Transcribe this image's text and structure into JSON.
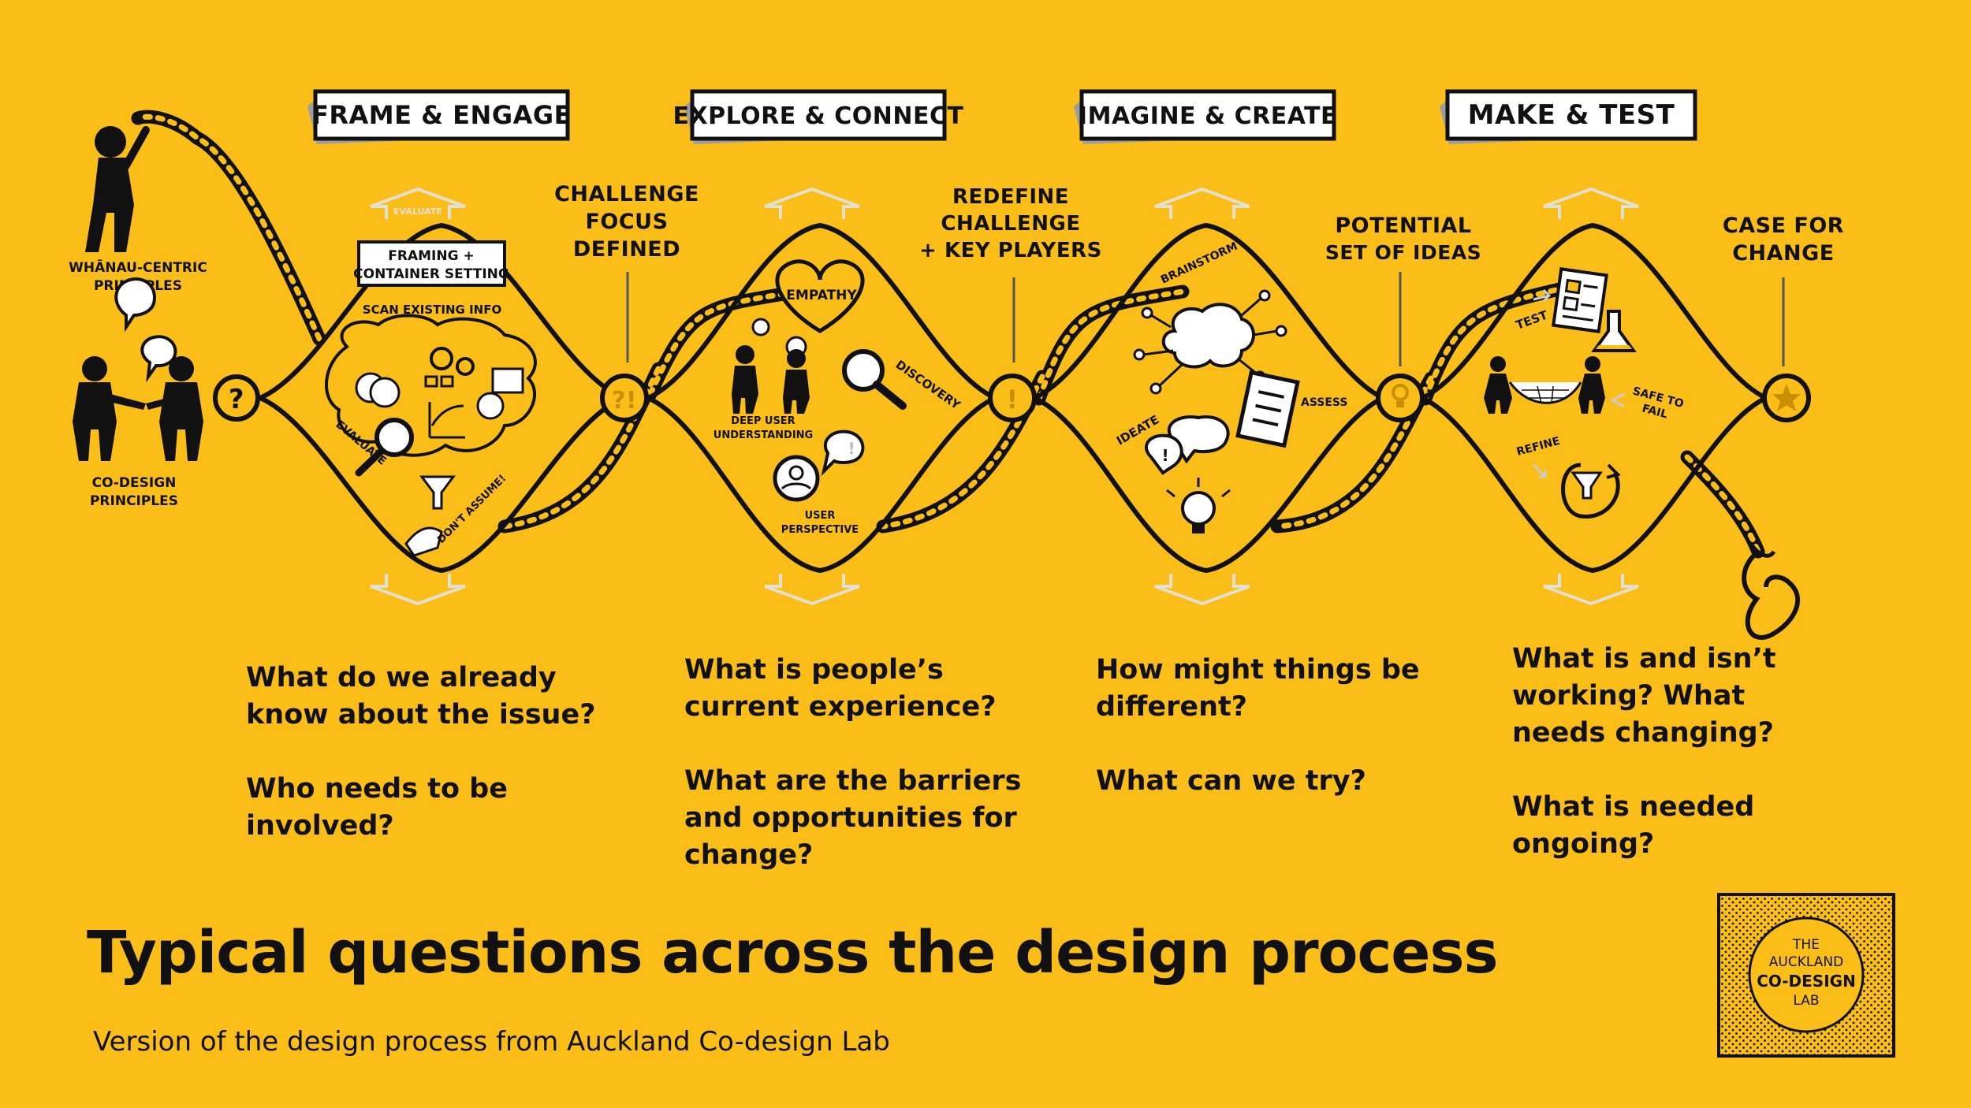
{
  "phases": [
    {
      "label": "FRAME & ENGAGE"
    },
    {
      "label": "EXPLORE & CONNECT"
    },
    {
      "label": "IMAGINE & CREATE"
    },
    {
      "label": "MAKE & TEST"
    }
  ],
  "milestones": {
    "challenge_focus": [
      "CHALLENGE",
      "FOCUS",
      "DEFINED"
    ],
    "redefine_challenge": [
      "REDEFINE",
      "CHALLENGE",
      "+ KEY PLAYERS"
    ],
    "potential_ideas": [
      "POTENTIAL",
      "SET OF IDEAS"
    ],
    "case_for_change": [
      "CASE FOR",
      "CHANGE"
    ]
  },
  "principles": {
    "whanau": [
      "WHĀNAU-CENTRIC",
      "PRINCIPLES"
    ],
    "codesign": [
      "CO-DESIGN",
      "PRINCIPLES"
    ]
  },
  "diamond1": {
    "box": [
      "FRAMING +",
      "CONTAINER SETTING"
    ],
    "scan": "SCAN EXISTING INFO",
    "evaluate": "EVALUATE",
    "dont_assume": "DON'T ASSUME!"
  },
  "diamond2": {
    "empathy": "EMPATHY",
    "discovery": "DISCOVERY",
    "deep_user": [
      "DEEP USER",
      "UNDERSTANDING"
    ],
    "user_perspective": [
      "USER",
      "PERSPECTIVE"
    ]
  },
  "diamond3": {
    "brainstorm": "BRAINSTORM",
    "assess": "ASSESS",
    "ideate": "IDEATE"
  },
  "diamond4": {
    "test": "TEST",
    "safe_to_fail": [
      "SAFE TO",
      "FAIL"
    ],
    "refine": "REFINE"
  },
  "faint_labels": {
    "evaluate": "EVALUATE"
  },
  "questions": {
    "col1": [
      "What do we already know about the issue?",
      "Who needs to be involved?"
    ],
    "col2": [
      "What is people’s current experience?",
      "What are the barriers and opportunities for change?"
    ],
    "col3": [
      "How might things be different?",
      "What can we try?"
    ],
    "col4": [
      "What is and isn’t working? What needs changing?",
      "What is needed ongoing?"
    ]
  },
  "title": "Typical questions across the design process",
  "subtitle": "Version of the design process from Auckland Co-design Lab",
  "logo": [
    "THE",
    "AUCKLAND",
    "CO-DESIGN",
    "LAB"
  ],
  "colors": {
    "background": "#fbbd17",
    "ink": "#111111",
    "faint": "#e4e0cf"
  }
}
